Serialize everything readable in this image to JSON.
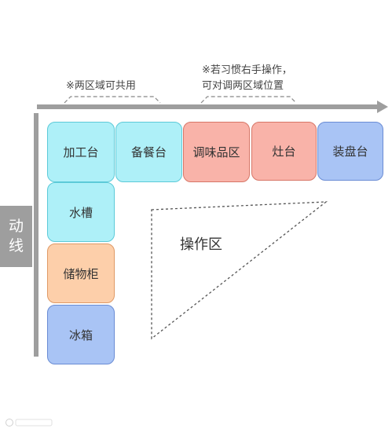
{
  "notes": {
    "shared": "※两区域可共用",
    "swap_line1": "※若习惯右手操作，",
    "swap_line2": "可对调两区域位置"
  },
  "zones": {
    "prep_counter": "加工台",
    "serving_counter": "备餐台",
    "seasoning_zone": "调味品区",
    "stove": "灶台",
    "plating_counter": "装盘台",
    "sink": "水槽",
    "storage_cabinet": "储物柜",
    "fridge": "冰箱"
  },
  "movement_label": {
    "line1": "动",
    "line2": "线"
  },
  "operation_area": "操作区",
  "colors": {
    "prep": "#aef0f8",
    "cooking": "#f9b3a9",
    "plating": "#a9c4f5",
    "storage": "#fdcfaa",
    "fridge": "#a9c4f5",
    "arrow": "#9e9e9e"
  }
}
